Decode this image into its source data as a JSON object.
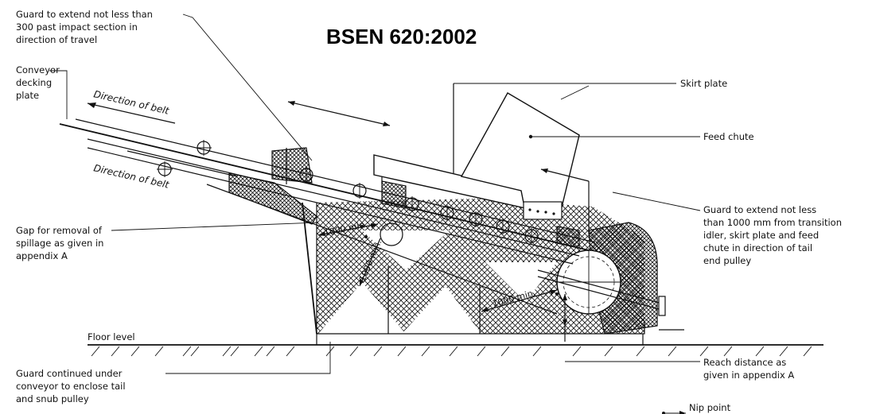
{
  "title": "BSEN 620:2002",
  "labels": {
    "guard_top": [
      "Guard to extend not less than",
      "300 past impact section in",
      "direction of travel"
    ],
    "decking": [
      "Conveyor",
      "decking",
      "plate"
    ],
    "direction_belt_top": "Direction of belt",
    "direction_belt_bottom": "Direction of belt",
    "gap": [
      "Gap for removal of",
      "spillage as given in",
      "appendix A"
    ],
    "floor": "Floor level",
    "guard_under": [
      "Guard continued under",
      "conveyor to enclose tail",
      "and snub pulley"
    ],
    "skirt": "Skirt plate",
    "feed_chute": "Feed chute",
    "guard_right": [
      "Guard to extend not less",
      "than 1000 mm from transition",
      "idler, skirt plate and feed",
      "chute in direction of tail",
      "end pulley"
    ],
    "reach": [
      "Reach distance as",
      "given in appendix A"
    ],
    "nip": "Nip point"
  },
  "dimensions": {
    "d1": "1000 min.",
    "d2": "1000 min.",
    "d3": "1000 min."
  }
}
